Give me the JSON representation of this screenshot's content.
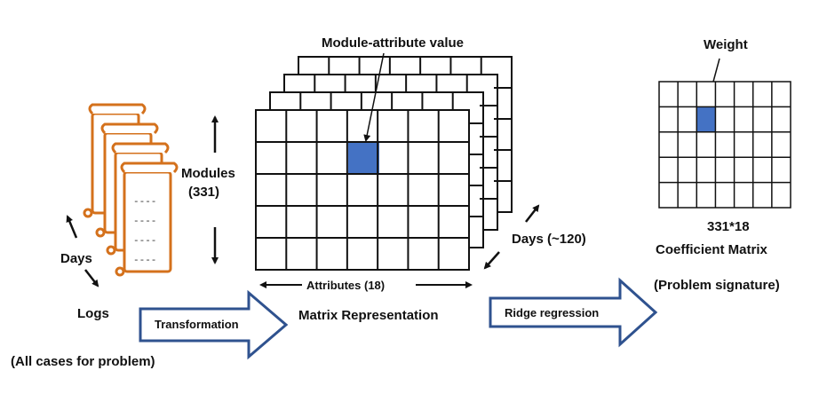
{
  "labels": {
    "module_attribute_value": "Module-attribute value",
    "weight": "Weight",
    "modules": "Modules",
    "modules_count": "(331)",
    "days_left": "Days",
    "days_right": "Days (~120)",
    "attributes": "Attributes (18)",
    "logs": "Logs",
    "all_cases": "(All cases for problem)",
    "matrix_representation": "Matrix Representation",
    "dims": "331*18",
    "coefficient_matrix": "Coefficient Matrix",
    "problem_signature": "(Problem signature)"
  },
  "arrows": {
    "transformation": "Transformation",
    "ridge_regression": "Ridge regression"
  },
  "log_entries": [
    "----",
    "----",
    "----",
    "----"
  ],
  "colors": {
    "scroll": "#d4711c",
    "highlight": "#4472c4",
    "arrow_outline": "#2f528f"
  }
}
